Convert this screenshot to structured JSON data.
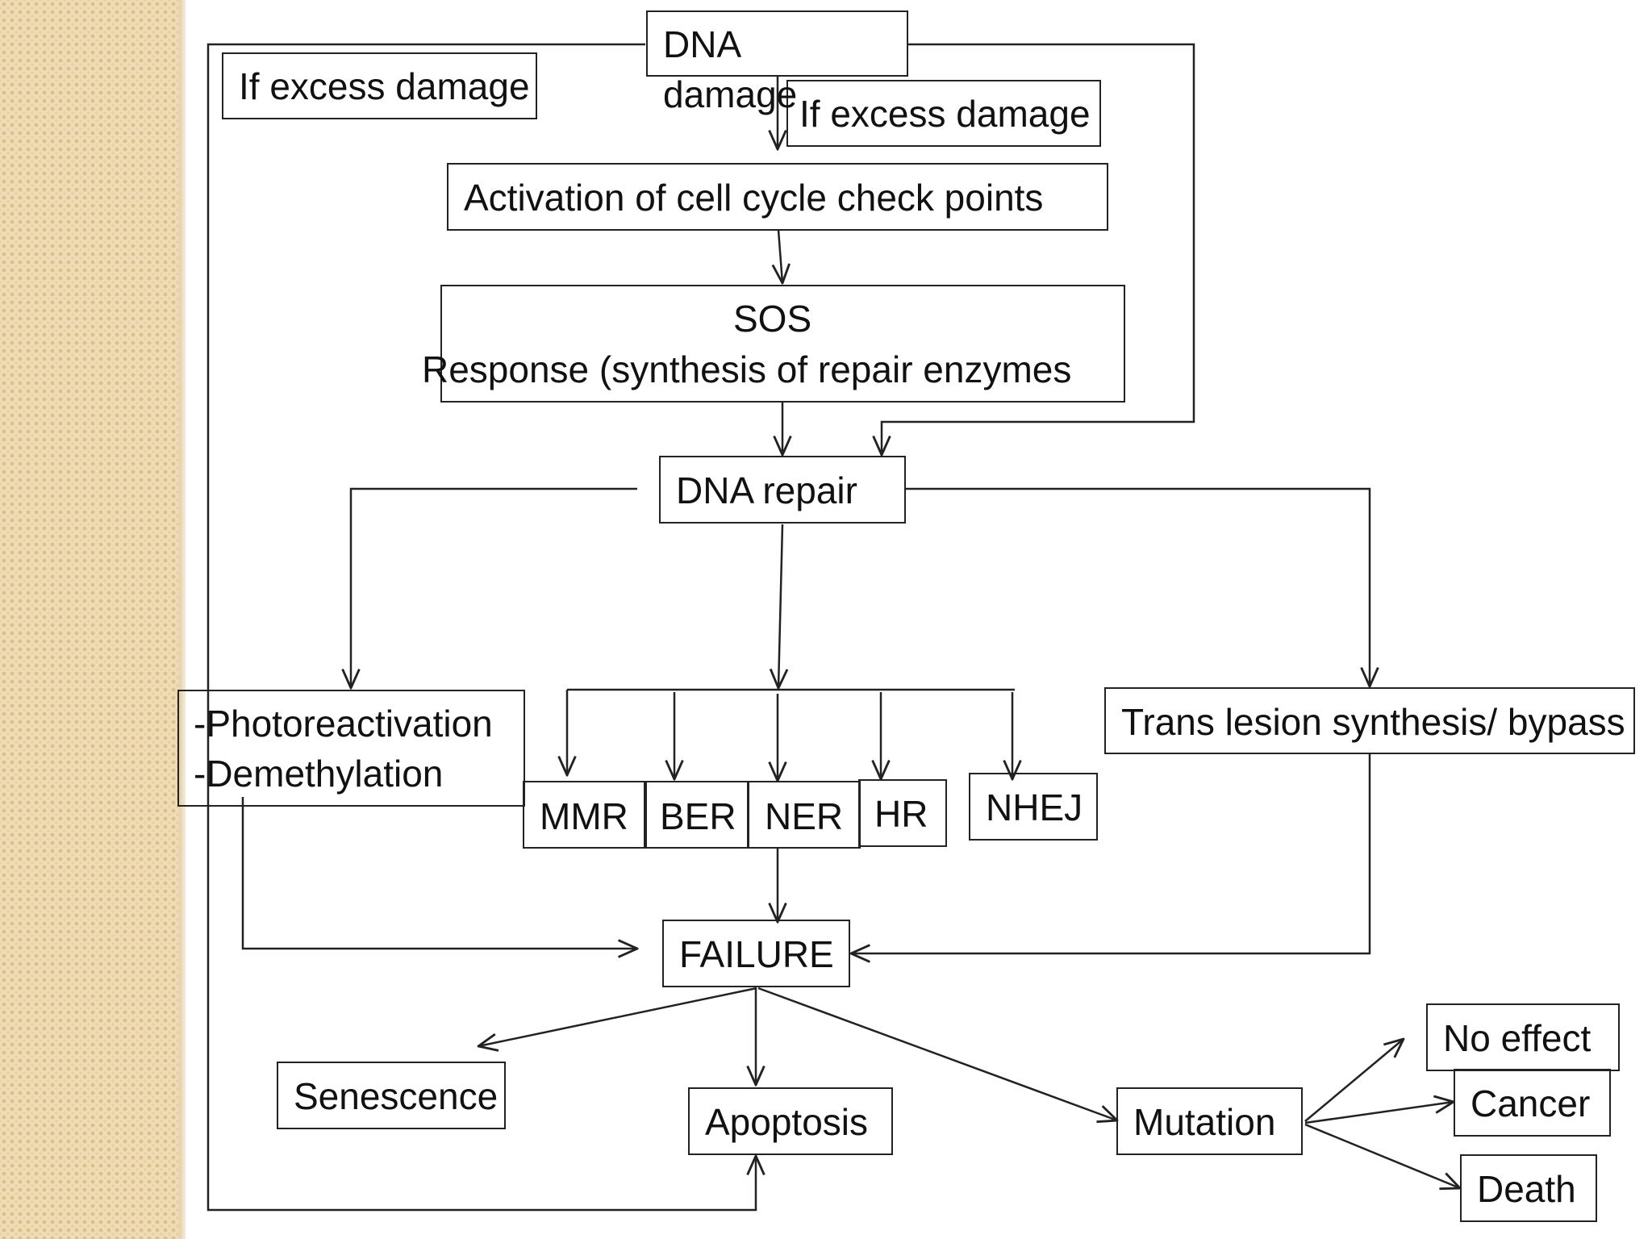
{
  "nodes": {
    "dna_damage": "DNA damage",
    "excess_left": "If excess damage",
    "excess_right": "If excess damage",
    "checkpoints": "Activation of cell cycle check points",
    "sos_line1": "SOS",
    "sos_line2": "Response (synthesis of repair enzymes",
    "dna_repair": "DNA repair",
    "direct_line1": "-Photoreactivation",
    "direct_line2": "-Demethylation",
    "tls": "Trans lesion synthesis/ bypass",
    "mmr": "MMR",
    "ber": "BER",
    "ner": "NER",
    "hr": "HR",
    "nhej": "NHEJ",
    "failure": "FAILURE",
    "senescence": "Senescence",
    "apoptosis": "Apoptosis",
    "mutation": "Mutation",
    "no_effect": "No effect",
    "cancer": "Cancer",
    "death": "Death"
  },
  "colors": {
    "line": "#222222",
    "side_pattern": "#efdcb4"
  }
}
